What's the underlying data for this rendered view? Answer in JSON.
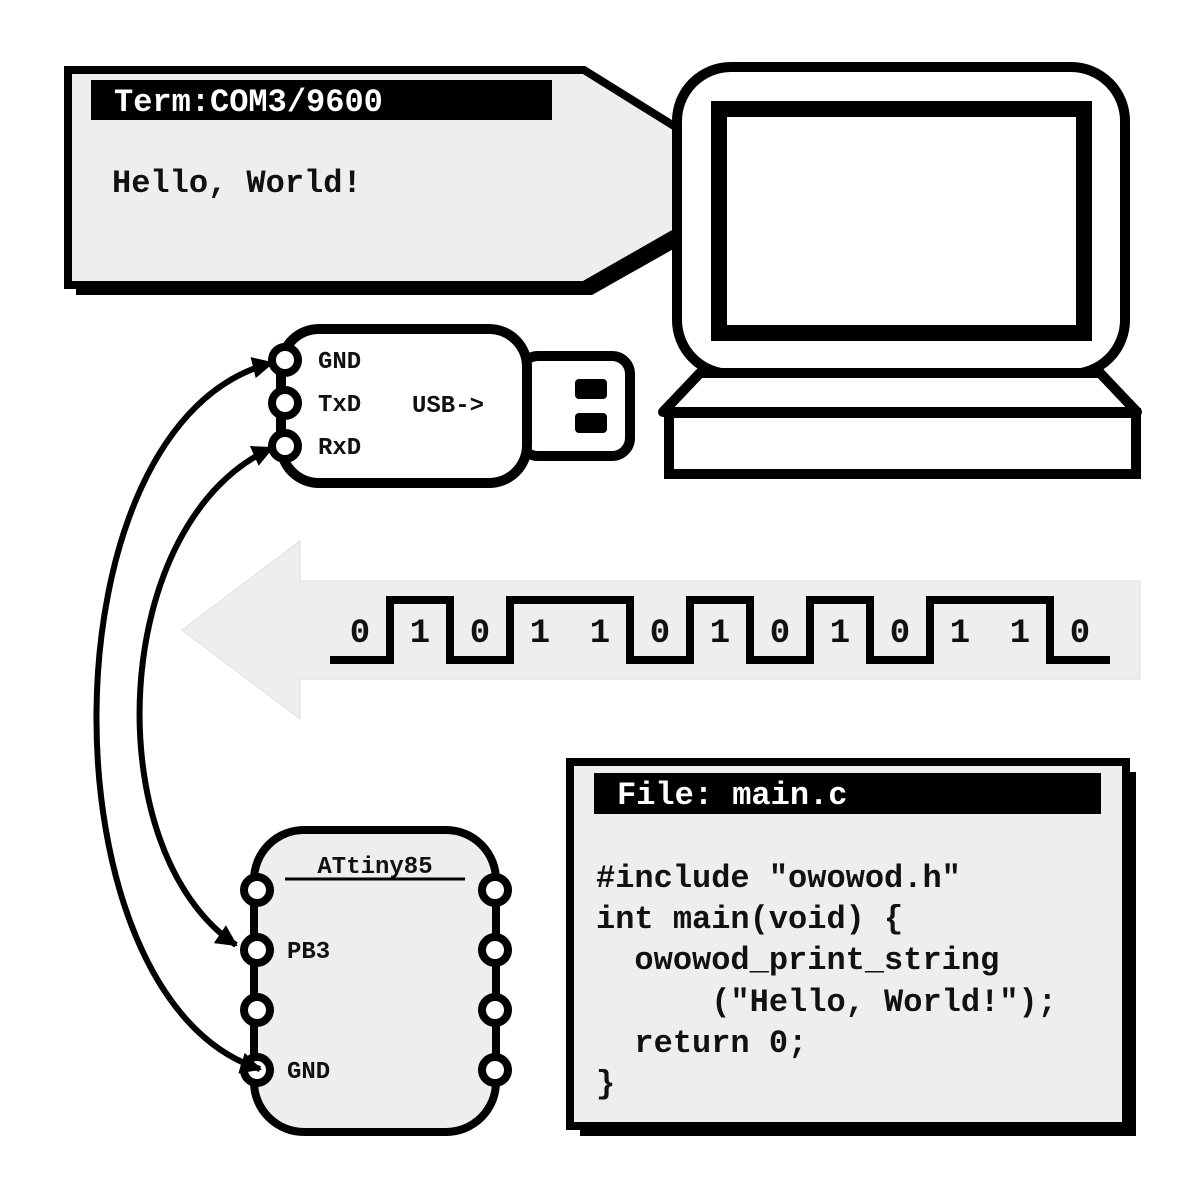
{
  "terminal": {
    "title": "Term:COM3/9600",
    "output": "Hello, World!"
  },
  "usb_adapter": {
    "pins": [
      "GND",
      "TxD",
      "RxD"
    ],
    "connector_label": "USB->"
  },
  "bitstream": {
    "bits": [
      "0",
      "1",
      "0",
      "1",
      "1",
      "0",
      "1",
      "0",
      "1",
      "0",
      "1",
      "1",
      "0"
    ]
  },
  "chip": {
    "name": "ATtiny85",
    "left_pins": [
      "",
      "PB3",
      "",
      "GND"
    ]
  },
  "source_file": {
    "title": "File: main.c",
    "lines": [
      "#include \"owowod.h\"",
      "int main(void) {",
      "  owowod_print_string",
      "      (\"Hello, World!\");",
      "  return 0;",
      "}"
    ]
  },
  "colors": {
    "ink": "#000000",
    "panel_fill": "#eeeeee",
    "arrow_fill": "#eeeeee",
    "arrow_stroke": "#dddddd"
  },
  "icons": [
    "laptop-icon",
    "usb-serial-adapter-icon",
    "microcontroller-chip-icon",
    "data-direction-arrow-icon"
  ]
}
